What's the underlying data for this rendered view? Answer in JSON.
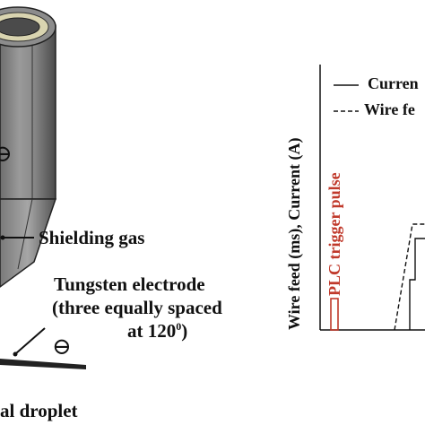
{
  "labels": {
    "shielding_gas": "Shielding gas",
    "tungsten_line1": "Tungsten electrode",
    "tungsten_line2": "(three equally spaced",
    "tungsten_line3": "at 120",
    "tungsten_sup": "0",
    "tungsten_close": ")",
    "droplet": "al droplet",
    "electrode_sign": "⊖",
    "nozzle_sign": "⊖"
  },
  "chart": {
    "ylabel": "Wire feed (ms), Current (A)",
    "plc_label": "PLC trigger pulse",
    "legend": [
      {
        "label": "Curren",
        "style": "solid"
      },
      {
        "label": "Wire fe",
        "style": "dashed"
      }
    ]
  },
  "colors": {
    "ink": "#111111",
    "pulse": "#c0392b",
    "nozzle_dark": "#4a4a4a",
    "nozzle_mid": "#8a8a8a",
    "nozzle_light": "#a8a8a8",
    "nozzle_top": "#e8e4c8"
  }
}
